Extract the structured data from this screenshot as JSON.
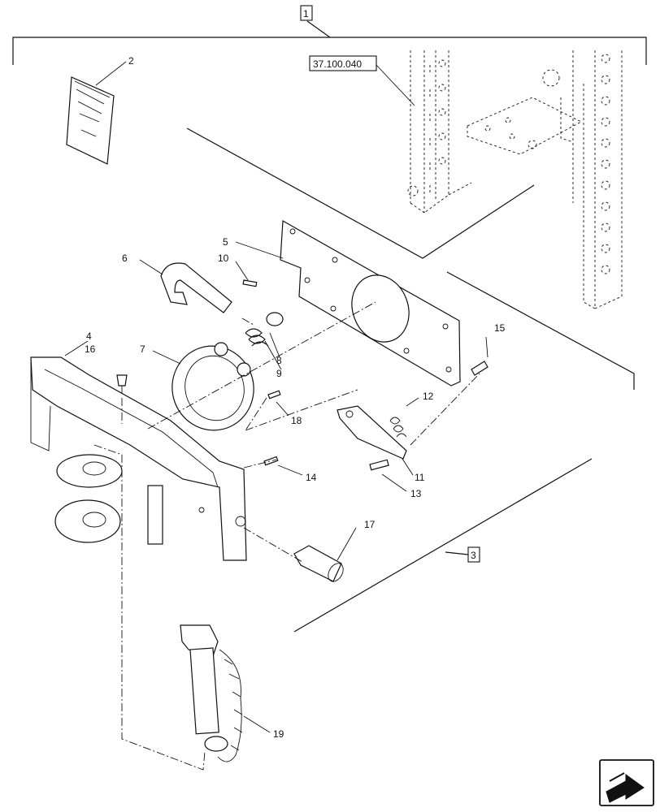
{
  "callouts": {
    "group_1": "1",
    "group_3": "3",
    "ref": "37.100.040",
    "p2": "2",
    "p4": "4",
    "p5": "5",
    "p6": "6",
    "p7": "7",
    "p8": "8",
    "p9": "9",
    "p10": "10",
    "p11": "11",
    "p12": "12",
    "p13": "13",
    "p14": "14",
    "p15": "15",
    "p16": "16",
    "p17": "17",
    "p18": "18",
    "p19": "19"
  },
  "icons": {
    "nav": "next-page-arrow-icon"
  }
}
